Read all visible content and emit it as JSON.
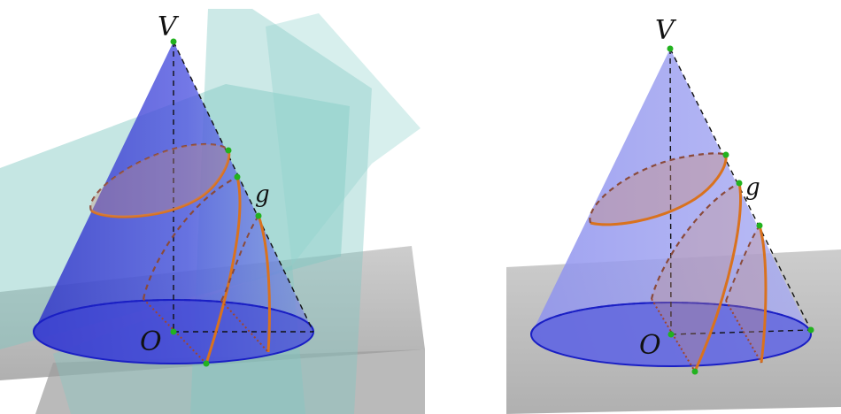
{
  "left_figure": {
    "labels": {
      "vertex": "V",
      "center": "O",
      "generatrix": "g"
    }
  },
  "right_figure": {
    "labels": {
      "vertex": "V",
      "center": "O",
      "generatrix": "g"
    }
  },
  "colors": {
    "cone_fill_left": "#3a3fd6",
    "cone_fill_right": "#8c90ea",
    "base_edge": "#1a1fc4",
    "conic_orange": "#d9721e",
    "cut_plane_teal": "#7fc8c2",
    "ground_gray": "#a8a8a8",
    "point_green": "#22b21f"
  }
}
